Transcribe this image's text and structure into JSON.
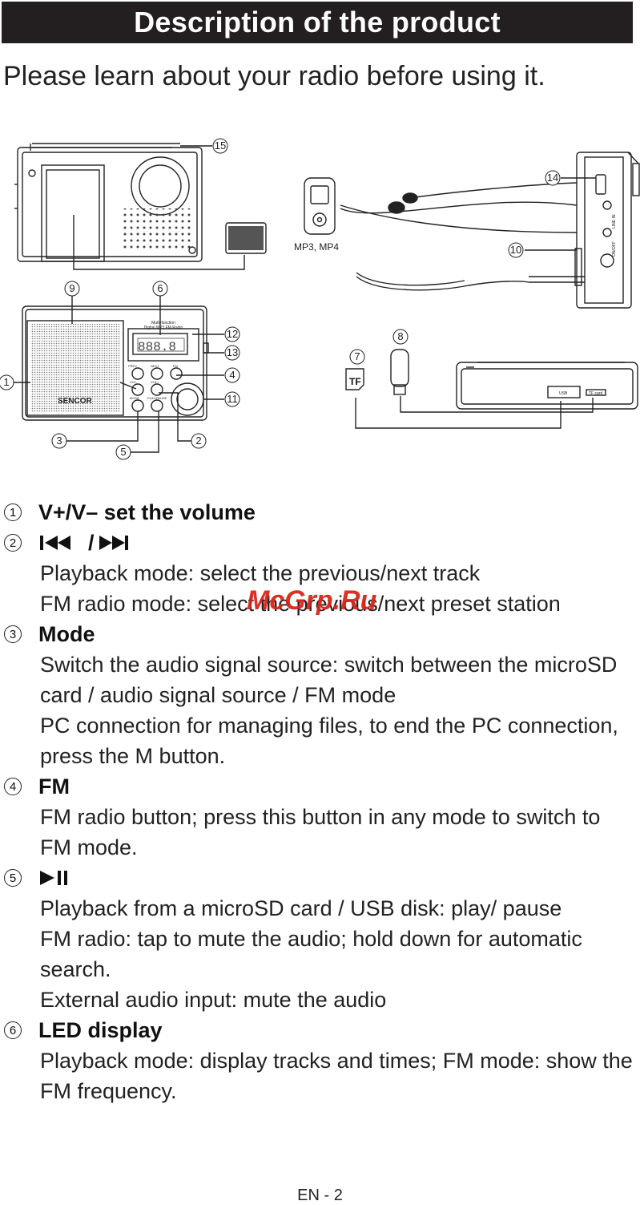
{
  "header": {
    "title": "Description of the product"
  },
  "intro": "Please learn about your radio before using it.",
  "diagram": {
    "labels": {
      "mp3": "MP3, MP4",
      "tf": "TF",
      "logo": "SENCOR",
      "panel_title_1": "Multi-function",
      "panel_title_2": "Digital MP3 FM Radio",
      "display": "888.8",
      "usb_port": "USB",
      "tf_port": "TF card",
      "btn_prev": "PREV",
      "btn_next": "NEXT",
      "btn_fm": "FM",
      "btn_vol_minus": "VOL-",
      "btn_vol_plus": "VOL+",
      "btn_mode": "MODE",
      "btn_play": "PLAY/PAUSE",
      "side_labels": [
        "ON/OFF",
        "LINE IN"
      ]
    },
    "callouts": [
      "1",
      "2",
      "3",
      "4",
      "5",
      "6",
      "7",
      "8",
      "9",
      "10",
      "11",
      "12",
      "13",
      "14",
      "15"
    ]
  },
  "items": [
    {
      "num": "1",
      "title": "V+/V– set the volume",
      "lines": []
    },
    {
      "num": "2",
      "title": "/",
      "icon": "prev-next",
      "lines": [
        "Playback mode: select the previous/next track",
        "FM radio mode: select the previous/next preset station"
      ]
    },
    {
      "num": "3",
      "title": "Mode",
      "lines": [
        "Switch the audio signal source: switch between the microSD card / audio signal source / FM mode",
        "PC connection for managing files, to end the PC connection, press the M button."
      ]
    },
    {
      "num": "4",
      "title": "FM",
      "lines": [
        "FM radio button; press this button in any mode to switch to FM mode."
      ]
    },
    {
      "num": "5",
      "title": "",
      "icon": "play-pause",
      "lines": [
        "Playback from a microSD card / USB disk: play/ pause",
        "FM radio: tap to mute the audio; hold down for automatic search.",
        "External audio input: mute the audio"
      ]
    },
    {
      "num": "6",
      "title": "LED display",
      "lines": [
        "Playback mode: display tracks and times; FM mode: show the FM frequency."
      ]
    }
  ],
  "watermark": "McGrp.Ru",
  "footer": {
    "page": "EN - 2"
  }
}
